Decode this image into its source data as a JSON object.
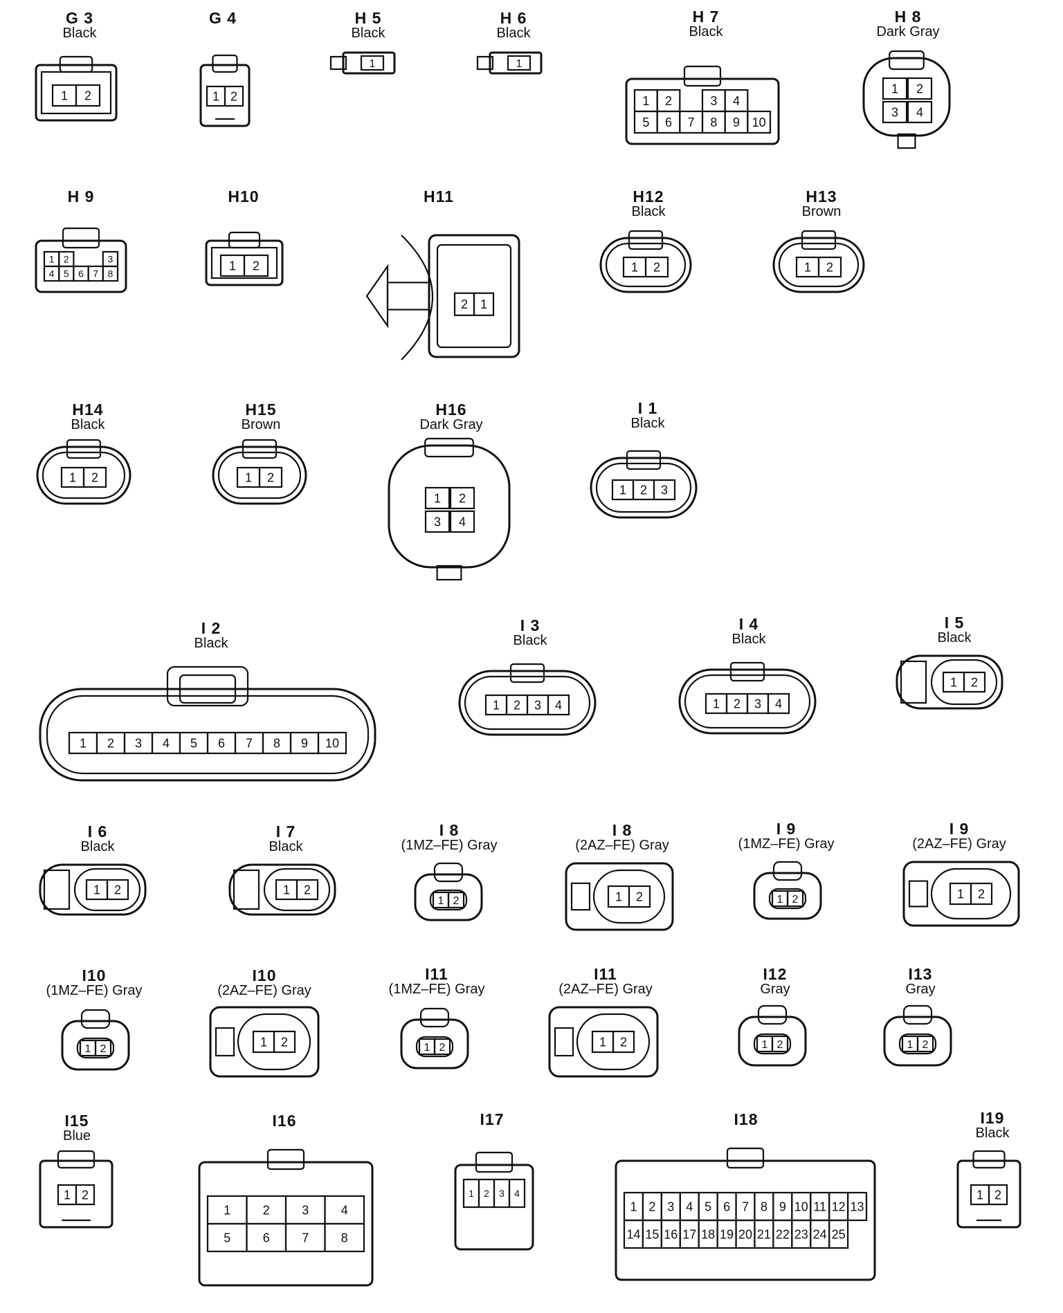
{
  "connectors": [
    {
      "id": "G 3",
      "color": "Black",
      "pins": [
        "1",
        "2"
      ]
    },
    {
      "id": "G 4",
      "color": "",
      "pins": [
        "1",
        "2"
      ]
    },
    {
      "id": "H 5",
      "color": "Black",
      "pins": [
        "1"
      ]
    },
    {
      "id": "H 6",
      "color": "Black",
      "pins": [
        "1"
      ]
    },
    {
      "id": "H 7",
      "color": "Black",
      "pins": [
        "1",
        "2",
        "3",
        "4",
        "5",
        "6",
        "7",
        "8",
        "9",
        "10"
      ]
    },
    {
      "id": "H 8",
      "color": "Dark Gray",
      "pins": [
        "1",
        "2",
        "3",
        "4"
      ]
    },
    {
      "id": "H 9",
      "color": "",
      "pins": [
        "1",
        "2",
        "3",
        "4",
        "5",
        "6",
        "7",
        "8"
      ]
    },
    {
      "id": "H10",
      "color": "",
      "pins": [
        "1",
        "2"
      ]
    },
    {
      "id": "H11",
      "color": "",
      "pins": [
        "2",
        "1"
      ]
    },
    {
      "id": "H12",
      "color": "Black",
      "pins": [
        "1",
        "2"
      ]
    },
    {
      "id": "H13",
      "color": "Brown",
      "pins": [
        "1",
        "2"
      ]
    },
    {
      "id": "H14",
      "color": "Black",
      "pins": [
        "1",
        "2"
      ]
    },
    {
      "id": "H15",
      "color": "Brown",
      "pins": [
        "1",
        "2"
      ]
    },
    {
      "id": "H16",
      "color": "Dark Gray",
      "pins": [
        "1",
        "2",
        "3",
        "4"
      ]
    },
    {
      "id": "I 1",
      "color": "Black",
      "pins": [
        "1",
        "2",
        "3"
      ]
    },
    {
      "id": "I 2",
      "color": "Black",
      "pins": [
        "1",
        "2",
        "3",
        "4",
        "5",
        "6",
        "7",
        "8",
        "9",
        "10"
      ]
    },
    {
      "id": "I 3",
      "color": "Black",
      "pins": [
        "1",
        "2",
        "3",
        "4"
      ]
    },
    {
      "id": "I 4",
      "color": "Black",
      "pins": [
        "1",
        "2",
        "3",
        "4"
      ]
    },
    {
      "id": "I 5",
      "color": "Black",
      "pins": [
        "1",
        "2"
      ]
    },
    {
      "id": "I 6",
      "color": "Black",
      "pins": [
        "1",
        "2"
      ]
    },
    {
      "id": "I 7",
      "color": "Black",
      "pins": [
        "1",
        "2"
      ]
    },
    {
      "id": "I 8",
      "color": "(1MZ–FE)  Gray",
      "pins": [
        "1",
        "2"
      ]
    },
    {
      "id": "I 8",
      "color": "(2AZ–FE)  Gray",
      "pins": [
        "1",
        "2"
      ]
    },
    {
      "id": "I 9",
      "color": "(1MZ–FE)  Gray",
      "pins": [
        "1",
        "2"
      ]
    },
    {
      "id": "I 9",
      "color": "(2AZ–FE)  Gray",
      "pins": [
        "1",
        "2"
      ]
    },
    {
      "id": "I10",
      "color": "(1MZ–FE)  Gray",
      "pins": [
        "1",
        "2"
      ]
    },
    {
      "id": "I10",
      "color": "(2AZ–FE)  Gray",
      "pins": [
        "1",
        "2"
      ]
    },
    {
      "id": "I11",
      "color": "(1MZ–FE)  Gray",
      "pins": [
        "1",
        "2"
      ]
    },
    {
      "id": "I11",
      "color": "(2AZ–FE)  Gray",
      "pins": [
        "1",
        "2"
      ]
    },
    {
      "id": "I12",
      "color": "Gray",
      "pins": [
        "1",
        "2"
      ]
    },
    {
      "id": "I13",
      "color": "Gray",
      "pins": [
        "1",
        "2"
      ]
    },
    {
      "id": "I15",
      "color": "Blue",
      "pins": [
        "1",
        "2"
      ]
    },
    {
      "id": "I16",
      "color": "",
      "pins": [
        "1",
        "2",
        "3",
        "4",
        "5",
        "6",
        "7",
        "8"
      ]
    },
    {
      "id": "I17",
      "color": "",
      "pins": [
        "1",
        "2",
        "3",
        "4"
      ]
    },
    {
      "id": "I18",
      "color": "",
      "pins": [
        "1",
        "2",
        "3",
        "4",
        "5",
        "6",
        "7",
        "8",
        "9",
        "10",
        "11",
        "12",
        "13",
        "14",
        "15",
        "16",
        "17",
        "18",
        "19",
        "20",
        "21",
        "22",
        "23",
        "24",
        "25"
      ]
    },
    {
      "id": "I19",
      "color": "Black",
      "pins": [
        "1",
        "2"
      ]
    }
  ]
}
